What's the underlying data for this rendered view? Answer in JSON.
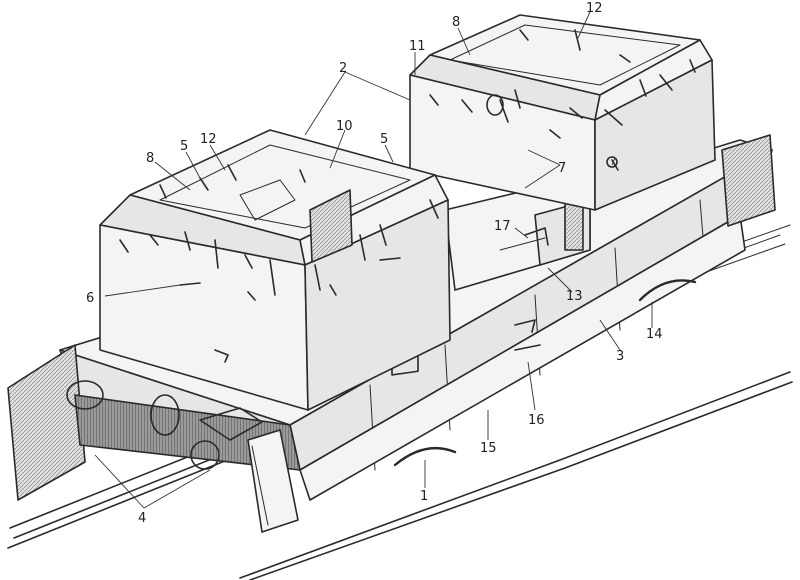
{
  "callouts": [
    {
      "id": "n1",
      "text": "1"
    },
    {
      "id": "n2",
      "text": "2"
    },
    {
      "id": "n3",
      "text": "3"
    },
    {
      "id": "n4",
      "text": "4"
    },
    {
      "id": "n5a",
      "text": "5"
    },
    {
      "id": "n5b",
      "text": "5"
    },
    {
      "id": "n6",
      "text": "6"
    },
    {
      "id": "n7",
      "text": "7"
    },
    {
      "id": "n8a",
      "text": "8"
    },
    {
      "id": "n8b",
      "text": "8"
    },
    {
      "id": "n10",
      "text": "10"
    },
    {
      "id": "n11",
      "text": "11"
    },
    {
      "id": "n12a",
      "text": "12"
    },
    {
      "id": "n12b",
      "text": "12"
    },
    {
      "id": "n13",
      "text": "13"
    },
    {
      "id": "n14",
      "text": "14"
    },
    {
      "id": "n15",
      "text": "15"
    },
    {
      "id": "n16",
      "text": "16"
    },
    {
      "id": "n17",
      "text": "17"
    }
  ]
}
